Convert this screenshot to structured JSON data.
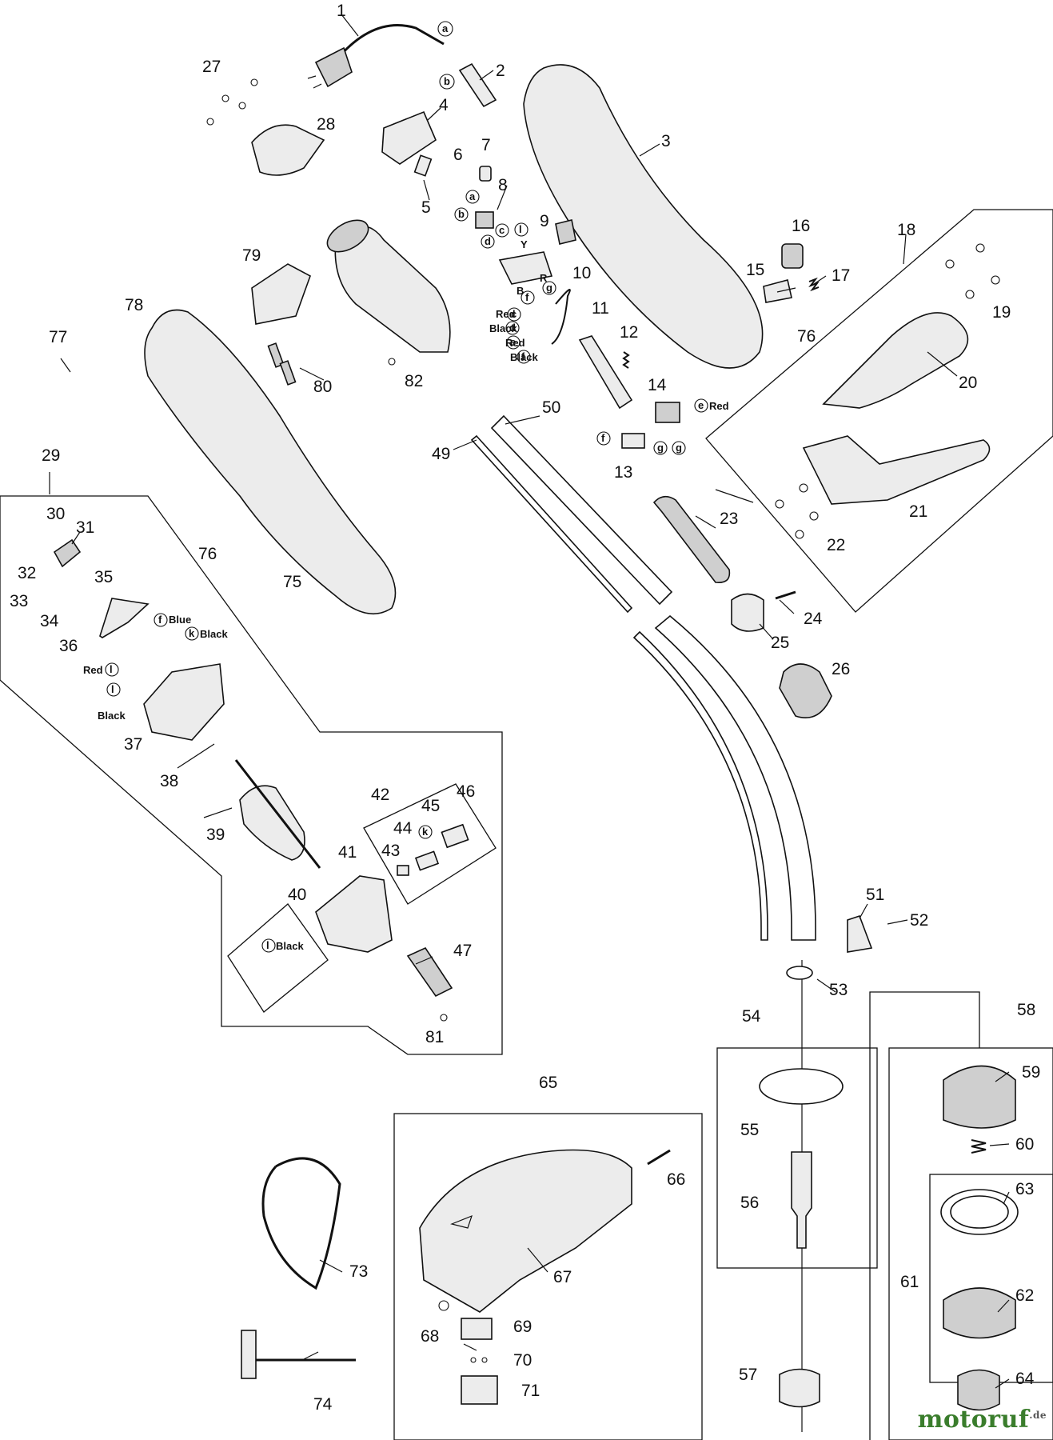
{
  "diagram": {
    "part_numbers": [
      "1",
      "2",
      "3",
      "4",
      "5",
      "6",
      "7",
      "8",
      "9",
      "10",
      "11",
      "12",
      "13",
      "14",
      "15",
      "16",
      "17",
      "18",
      "19",
      "20",
      "21",
      "22",
      "23",
      "24",
      "25",
      "26",
      "27",
      "28",
      "29",
      "30",
      "31",
      "32",
      "33",
      "34",
      "35",
      "36",
      "37",
      "38",
      "39",
      "40",
      "41",
      "42",
      "43",
      "44",
      "45",
      "46",
      "47",
      "49",
      "50",
      "51",
      "52",
      "53",
      "54",
      "55",
      "56",
      "57",
      "58",
      "59",
      "60",
      "61",
      "62",
      "63",
      "64",
      "65",
      "66",
      "67",
      "68",
      "69",
      "70",
      "71",
      "73",
      "74",
      "75",
      "76",
      "77",
      "78",
      "79",
      "80",
      "81",
      "82"
    ],
    "wire_labels": {
      "red_c": "Red",
      "black_d": "Black",
      "red_e": "Red",
      "black_f": "Black",
      "red_e_right": "Red",
      "blue_f": "Blue",
      "black_k": "Black",
      "red_l": "Red",
      "black_l": "Black",
      "black_l_box": "Black",
      "b_label": "B",
      "r_label": "R",
      "y_label": "Y"
    },
    "circled_letters": [
      "a",
      "b",
      "c",
      "d",
      "e",
      "f",
      "g",
      "k",
      "l"
    ]
  },
  "watermark": {
    "part_a": "motoruf",
    "part_b": "",
    "suffix": ".de"
  }
}
